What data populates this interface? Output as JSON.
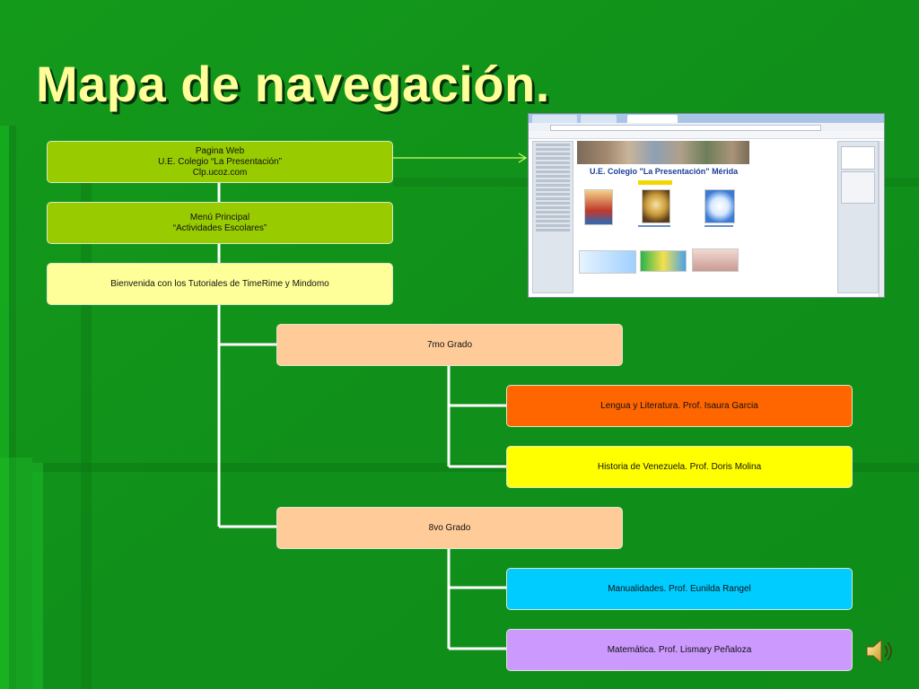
{
  "title": "Mapa de navegación.",
  "colors": {
    "background": "#11931a",
    "title_text": "#fffe99",
    "node_root": "#99cc00",
    "node_menu": "#99cc00",
    "node_welcome": "#ffff99",
    "node_grade": "#ffcc99",
    "node_lengua": "#ff6600",
    "node_historia": "#ffff00",
    "node_manualidades": "#00ccff",
    "node_matematica": "#cc99ff",
    "connector": "#ffffff",
    "arrow": "#ccff66"
  },
  "nodes": {
    "root": {
      "lines": [
        "Pagina Web",
        "U.E. Colegio “La Presentación”",
        "Clp.ucoz.com"
      ]
    },
    "menu": {
      "lines": [
        "Menú Principal",
        "“Actividades Escolares”"
      ]
    },
    "welcome": {
      "label": "Bienvenida con los Tutoriales de TimeRime y Mindomo"
    },
    "grade7": {
      "label": "7mo Grado"
    },
    "lengua": {
      "label": "Lengua y Literatura. Prof. Isaura Garcia"
    },
    "historia": {
      "label": "Historia de Venezuela. Prof. Doris Molina"
    },
    "grade8": {
      "label": "8vo Grado"
    },
    "manualidades": {
      "label": "Manualidades. Prof. Eunilda Rangel"
    },
    "matematica": {
      "label": "Matemática. Prof. Lismary Peñaloza"
    }
  },
  "screenshot": {
    "heading": "U.E. Colegio \"La Presentación\" Mérida"
  },
  "icons": {
    "speaker": "speaker-icon",
    "arrow": "arrow-right-icon"
  }
}
